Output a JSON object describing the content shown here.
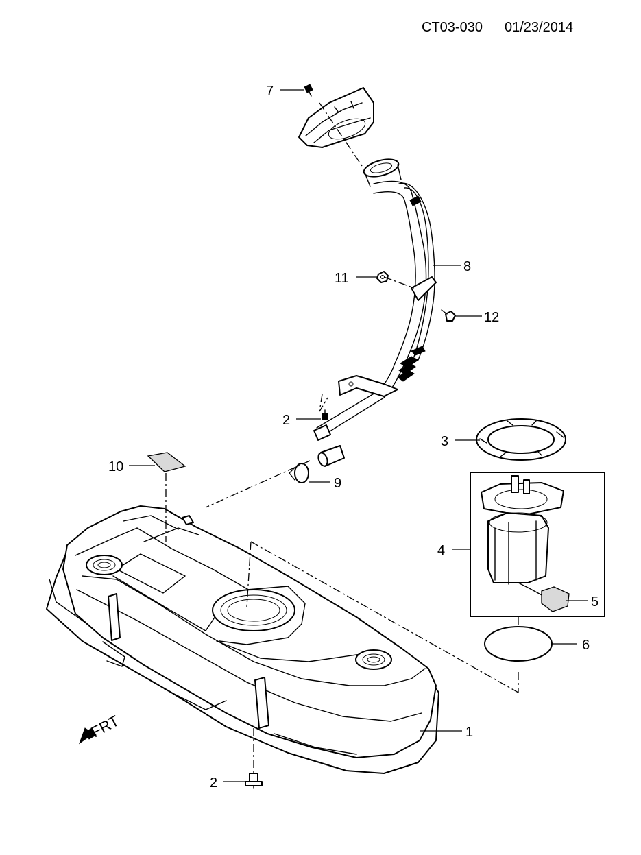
{
  "header": {
    "code": "CT03-030",
    "date": "01/23/2014"
  },
  "orientation": {
    "label": "FRT"
  },
  "callouts": {
    "tank": "1",
    "bolt_top": "2",
    "bolt_bottom": "2",
    "pump_seal_ring": "3",
    "pump_assembly": "4",
    "level_sender": "5",
    "o_ring": "6",
    "door_screw": "7",
    "filler_neck": "8",
    "clamp": "9",
    "label_plate": "10",
    "nut": "11",
    "screw": "12"
  }
}
